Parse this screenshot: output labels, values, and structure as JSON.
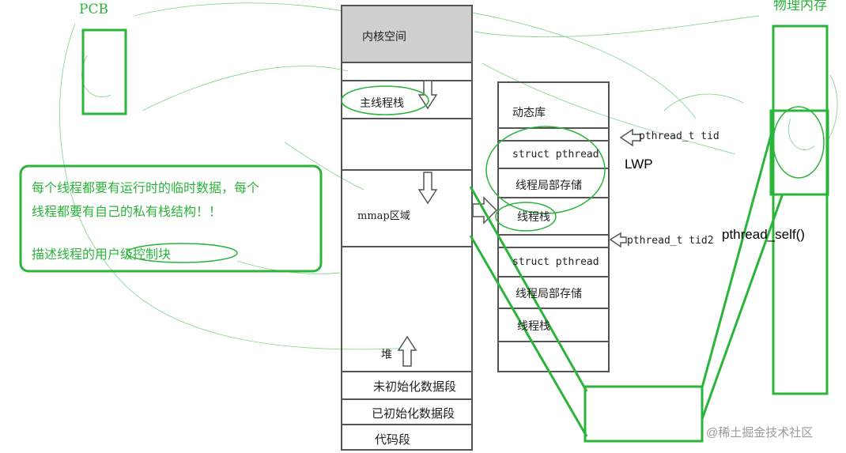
{
  "colors": {
    "annotation_green": "#2bb43a",
    "kernel_fill": "#cfcfcf",
    "outline": "#555555"
  },
  "labels": {
    "pcb": "PCB",
    "physical_memory": "物理内存",
    "lwp": "LWP",
    "pthread_self": "pthread_self()"
  },
  "note": {
    "line1": "每个线程都要有运行时的临时数据，每个",
    "line2": "线程都要有自己的私有栈结构！！",
    "line3": "描述线程的用户级控制块"
  },
  "address_space": {
    "kernel": "内核空间",
    "main_stack": "主线程栈",
    "mmap": "mmap区域",
    "heap": "堆",
    "bss": "未初始化数据段",
    "data": "已初始化数据段",
    "text": "代码段"
  },
  "dynamic_lib": {
    "title": "动态库",
    "tid1": "pthread_t tid",
    "tid2": "pthread_t tid2",
    "thread1": {
      "struct": "struct pthread",
      "tls": "线程局部存储",
      "stack": "线程栈"
    },
    "thread2": {
      "struct": "struct pthread",
      "tls": "线程局部存储",
      "stack": "线程栈"
    }
  },
  "watermark": "@稀土掘金技术社区"
}
